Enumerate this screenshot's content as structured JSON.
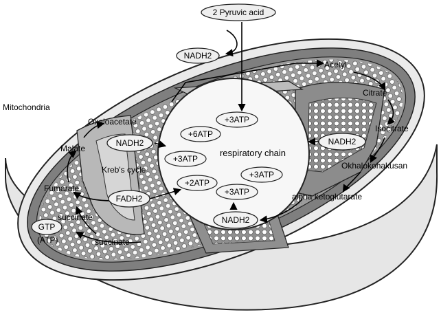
{
  "labels": {
    "pyruvic": "2 Pyruvic acid",
    "nadh2_top": "NADH2",
    "mitochondria": "Mitochondria",
    "oxaloacetate": "Oxaloacetate",
    "malate": "Malate",
    "nadh2_left": "NADH2",
    "krebs": "Kreb's cycle",
    "fumarate": "Fumarate",
    "fadh2": "FADH2",
    "succinate1": "succinate",
    "succinate2": "succinate",
    "gtp": "GTP",
    "atp_paren": "(ATP)",
    "acetyl": "Acetyl",
    "citrate": "Citrate",
    "isocitrate": "Isocitrate",
    "nadh2_right": "NADH2",
    "oksalo": "Okhalokohakusan",
    "alpha": "alpha ketoglutarate",
    "nadh2_bottom": "NADH2",
    "resp_chain": "respiratory chain",
    "atp_top": "+3ATP",
    "atp_6": "+6ATP",
    "atp_3_left": "+3ATP",
    "atp_2": "+2ATP",
    "atp_3_right": "+3ATP",
    "atp_3_bottom": "+3ATP"
  },
  "colors": {
    "outer_body": "#e6e6e6",
    "inner_membrane": "#7f7f7f",
    "matrix": "#9a9a9a",
    "pill": "#f2f2f2",
    "chain_circle": "#f7f7f7"
  }
}
